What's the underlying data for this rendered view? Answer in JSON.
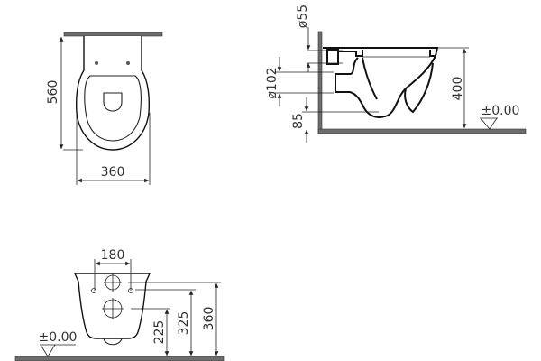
{
  "top_view": {
    "depth_label": "560",
    "width_label": "360"
  },
  "side_view": {
    "inlet_diameter_label": "ø55",
    "outlet_diameter_label": "ø102",
    "outlet_offset_label": "85",
    "height_label": "400",
    "floor_level_label": "±0.00"
  },
  "back_view": {
    "bolt_spacing_label": "180",
    "outlet_height_label": "225",
    "bolt_height_label": "325",
    "inlet_height_label": "360",
    "floor_level_label": "±0.00"
  }
}
